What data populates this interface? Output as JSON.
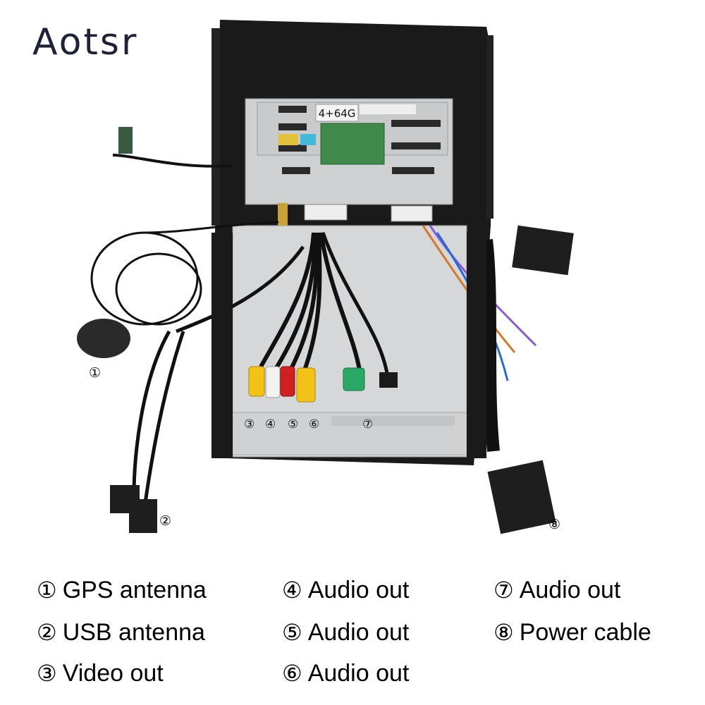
{
  "brand": {
    "logo_text": "Aotsr"
  },
  "device": {
    "sticker_text": "4+64G",
    "port_labels": [
      "③",
      "④",
      "⑤",
      "⑥",
      "⑦"
    ],
    "callouts": [
      "①",
      "②",
      "⑧"
    ]
  },
  "legend": {
    "items": [
      {
        "num": "①",
        "label": "GPS antenna"
      },
      {
        "num": "②",
        "label": "USB antenna"
      },
      {
        "num": "③",
        "label": "Video out"
      },
      {
        "num": "④",
        "label": "Audio out"
      },
      {
        "num": "⑤",
        "label": "Audio out"
      },
      {
        "num": "⑥",
        "label": "Audio out"
      },
      {
        "num": "⑦",
        "label": "Audio out"
      },
      {
        "num": "⑧",
        "label": "Power cable"
      }
    ]
  },
  "colors": {
    "frame": "#1a1a1a",
    "housing": "#d4d6d8",
    "rca_yellow": "#f2c218",
    "rca_white": "#f2f2f2",
    "rca_red": "#d02020",
    "rca_green": "#2aa866",
    "pcb_green": "#3f8a4a"
  }
}
